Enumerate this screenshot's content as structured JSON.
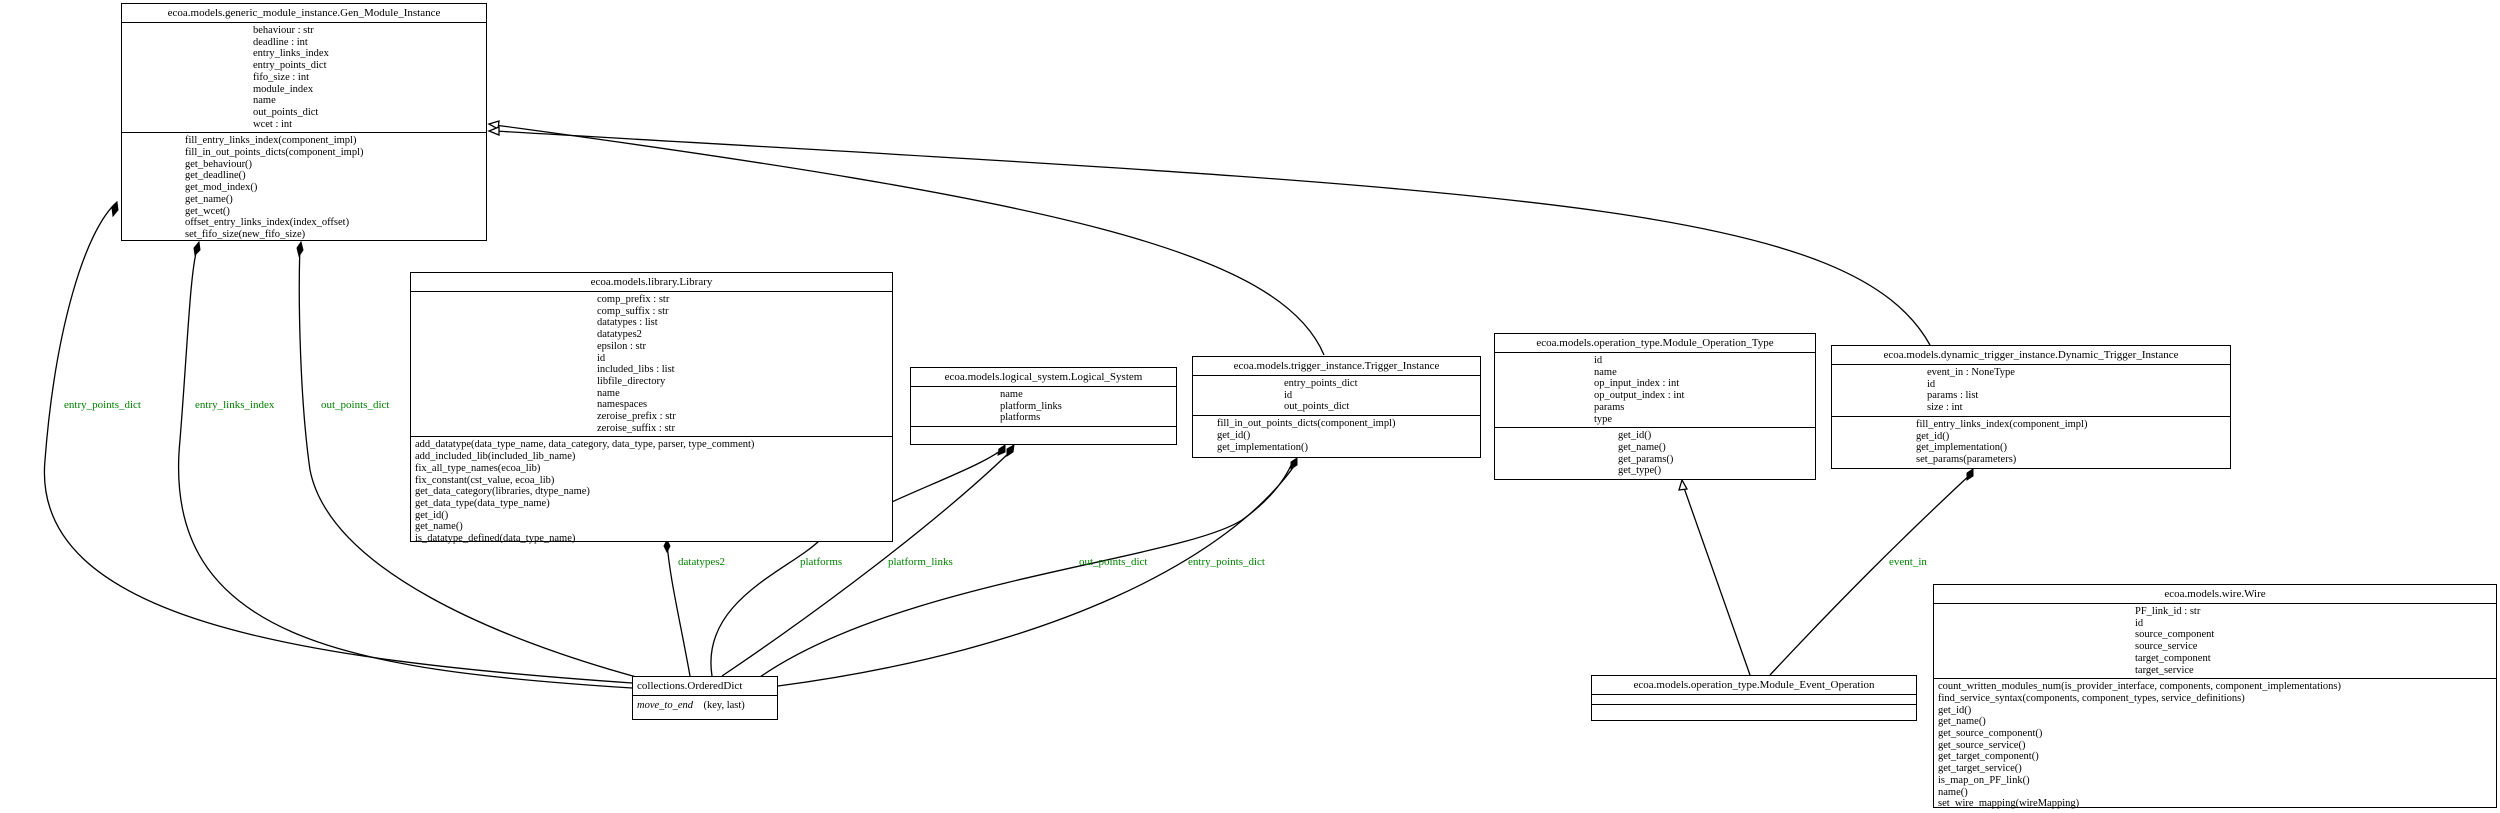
{
  "classes": {
    "gmi": {
      "title": "ecoa.models.generic_module_instance.Gen_Module_Instance",
      "attributes": [
        "behaviour : str",
        "deadline : int",
        "entry_links_index",
        "entry_points_dict",
        "fifo_size : int",
        "module_index",
        "name",
        "out_points_dict",
        "wcet : int"
      ],
      "methods": [
        "fill_entry_links_index(component_impl)",
        "fill_in_out_points_dicts(component_impl)",
        "get_behaviour()",
        "get_deadline()",
        "get_mod_index()",
        "get_name()",
        "get_wcet()",
        "offset_entry_links_index(index_offset)",
        "set_fifo_size(new_fifo_size)"
      ]
    },
    "lib": {
      "title": "ecoa.models.library.Library",
      "attributes": [
        "comp_prefix : str",
        "comp_suffix : str",
        "datatypes : list",
        "datatypes2",
        "epsilon : str",
        "id",
        "included_libs : list",
        "libfile_directory",
        "name",
        "namespaces",
        "zeroise_prefix : str",
        "zeroise_suffix : str"
      ],
      "methods": [
        "add_datatype(data_type_name, data_category, data_type, parser, type_comment)",
        "add_included_lib(included_lib_name)",
        "fix_all_type_names(ecoa_lib)",
        "fix_constant(cst_value, ecoa_lib)",
        "get_data_category(libraries, dtype_name)",
        "get_data_type(data_type_name)",
        "get_id()",
        "get_name()",
        "is_datatype_defined(data_type_name)"
      ]
    },
    "ls": {
      "title": "ecoa.models.logical_system.Logical_System",
      "attributes": [
        "name",
        "platform_links",
        "platforms"
      ],
      "methods": []
    },
    "ti": {
      "title": "ecoa.models.trigger_instance.Trigger_Instance",
      "attributes": [
        "entry_points_dict",
        "id",
        "out_points_dict"
      ],
      "methods": [
        "fill_in_out_points_dicts(component_impl)",
        "get_id()",
        "get_implementation()"
      ]
    },
    "mot": {
      "title": "ecoa.models.operation_type.Module_Operation_Type",
      "attributes": [
        "id",
        "name",
        "op_input_index : int",
        "op_output_index : int",
        "params",
        "type"
      ],
      "methods": [
        "get_id()",
        "get_name()",
        "get_params()",
        "get_type()"
      ]
    },
    "dti": {
      "title": "ecoa.models.dynamic_trigger_instance.Dynamic_Trigger_Instance",
      "attributes": [
        "event_in : NoneType",
        "id",
        "params : list",
        "size : int"
      ],
      "methods": [
        "fill_entry_links_index(component_impl)",
        "get_id()",
        "get_implementation()",
        "set_params(parameters)"
      ]
    },
    "wire": {
      "title": "ecoa.models.wire.Wire",
      "attributes": [
        "PF_link_id : str",
        "id",
        "source_component",
        "source_service",
        "target_component",
        "target_service"
      ],
      "methods": [
        "count_written_modules_num(is_provider_interface, components, component_implementations)",
        "find_service_syntax(components, component_types, service_definitions)",
        "get_id()",
        "get_name()",
        "get_source_component()",
        "get_source_service()",
        "get_target_component()",
        "get_target_service()",
        "is_map_on_PF_link()",
        "name()",
        "set_wire_mapping(wireMapping)"
      ]
    },
    "meo": {
      "title": "ecoa.models.operation_type.Module_Event_Operation",
      "attributes": [],
      "methods": []
    },
    "od": {
      "title": "collections.OrderedDict",
      "method_name": "move_to_end",
      "method_args": "(key, last)"
    }
  },
  "edge_labels": {
    "entry_points_dict_gmi": "entry_points_dict",
    "entry_links_index": "entry_links_index",
    "out_points_dict_gmi": "out_points_dict",
    "datatypes2": "datatypes2",
    "platforms": "platforms",
    "platform_links": "platform_links",
    "out_points_dict_ti": "out_points_dict",
    "entry_points_dict_ti": "entry_points_dict",
    "event_in": "event_in"
  },
  "colors": {
    "label": "#008000",
    "line": "#000000"
  }
}
